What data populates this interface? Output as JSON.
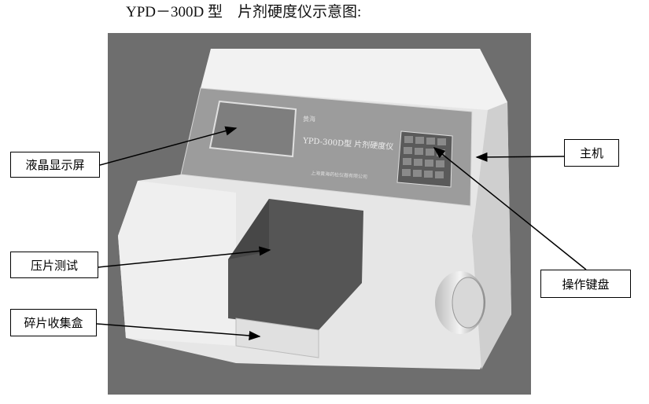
{
  "title": "YPD－300D 型    片剂硬度仪示意图:",
  "device": {
    "brand": "黄海",
    "model_label": "YPD-300D型 片剂硬度仪",
    "maker": "上海黄海药检仪器有限公司"
  },
  "labels": {
    "lcd": "液晶显示屏",
    "press_test": "压片测试",
    "fragment_box": "碎片收集盒",
    "main_unit": "主机",
    "keypad": "操作键盘"
  }
}
